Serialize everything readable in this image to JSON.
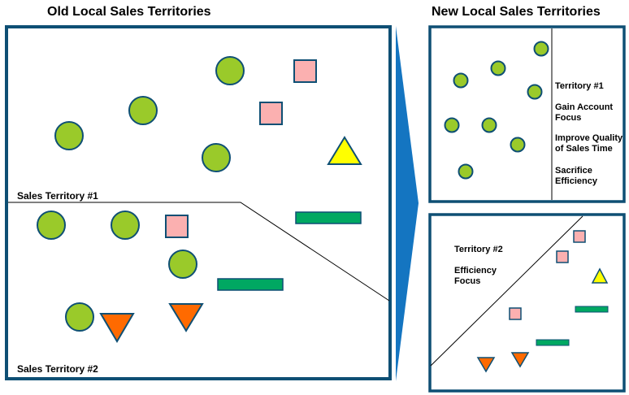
{
  "headings": {
    "old": "Old Local Sales Territories",
    "new": "New Local Sales Territories"
  },
  "old_panel": {
    "territory_1_label": "Sales Territory #1",
    "territory_2_label": "Sales Territory #2"
  },
  "new_top_panel": {
    "notes": [
      "Territory #1",
      "Gain Account\nFocus",
      "Improve Quality\nof Sales Time",
      "Sacrifice\nEfficiency"
    ]
  },
  "new_bottom_panel": {
    "notes": [
      "Territory #2",
      "Efficiency\nFocus"
    ]
  },
  "colors": {
    "frame": "#0E4F74",
    "arrow": "#1475C1",
    "circle": "#9ACA2A",
    "square": "#FBB0B0",
    "triangle_up": "#FFFF00",
    "triangle_down": "#FF6A00",
    "bar": "#00A862"
  }
}
